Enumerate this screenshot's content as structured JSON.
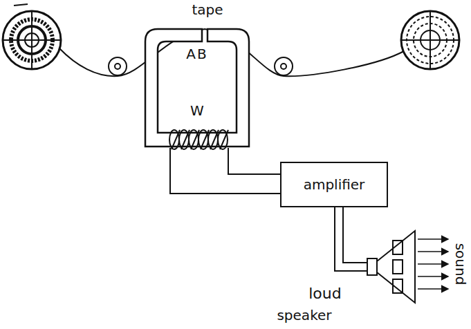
{
  "diagram": {
    "nodes": [
      {
        "text": [
          "amplifier"
        ]
      }
    ],
    "labels": [
      "tape",
      "AB",
      "W",
      "loud",
      "speaker",
      "sound"
    ]
  }
}
